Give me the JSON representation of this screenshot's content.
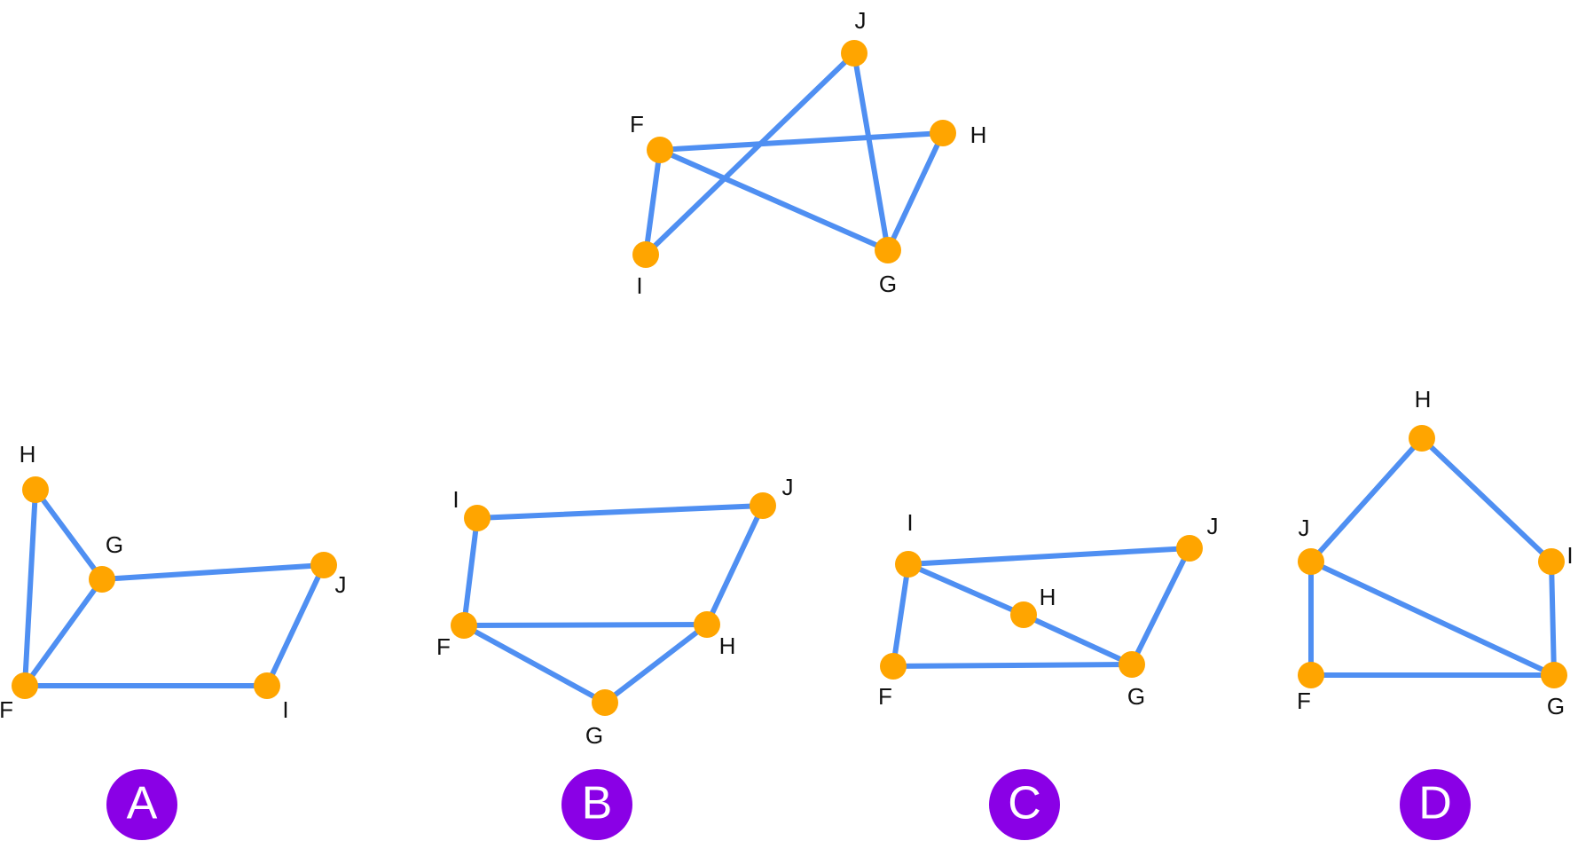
{
  "colors": {
    "edge": "#4f8ff2",
    "node": "#ffa500",
    "label": "#111111",
    "option_badge": "#8a00e6",
    "option_text": "#ffffff"
  },
  "question_graph": {
    "nodes": [
      "F",
      "G",
      "H",
      "I",
      "J"
    ],
    "edges": [
      [
        "J",
        "I"
      ],
      [
        "J",
        "G"
      ],
      [
        "F",
        "H"
      ],
      [
        "F",
        "G"
      ],
      [
        "F",
        "I"
      ],
      [
        "H",
        "G"
      ]
    ]
  },
  "options": [
    {
      "letter": "A",
      "nodes": [
        "F",
        "G",
        "H",
        "I",
        "J"
      ],
      "edges": [
        [
          "H",
          "G"
        ],
        [
          "H",
          "F"
        ],
        [
          "G",
          "F"
        ],
        [
          "G",
          "J"
        ],
        [
          "J",
          "I"
        ],
        [
          "F",
          "I"
        ]
      ]
    },
    {
      "letter": "B",
      "nodes": [
        "F",
        "G",
        "H",
        "I",
        "J"
      ],
      "edges": [
        [
          "I",
          "J"
        ],
        [
          "I",
          "F"
        ],
        [
          "J",
          "H"
        ],
        [
          "F",
          "H"
        ],
        [
          "F",
          "G"
        ],
        [
          "G",
          "H"
        ]
      ]
    },
    {
      "letter": "C",
      "nodes": [
        "F",
        "G",
        "H",
        "I",
        "J"
      ],
      "edges": [
        [
          "I",
          "J"
        ],
        [
          "I",
          "F"
        ],
        [
          "I",
          "H"
        ],
        [
          "H",
          "G"
        ],
        [
          "J",
          "G"
        ],
        [
          "F",
          "G"
        ]
      ]
    },
    {
      "letter": "D",
      "nodes": [
        "F",
        "G",
        "H",
        "I",
        "J"
      ],
      "edges": [
        [
          "H",
          "J"
        ],
        [
          "H",
          "I"
        ],
        [
          "J",
          "F"
        ],
        [
          "J",
          "G"
        ],
        [
          "I",
          "G"
        ],
        [
          "F",
          "G"
        ]
      ]
    }
  ]
}
